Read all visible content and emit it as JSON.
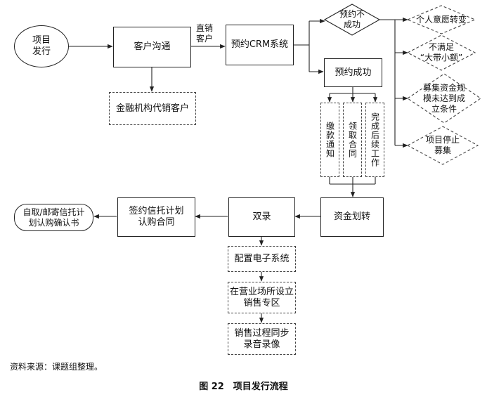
{
  "nodes": {
    "start": "项目\n发行",
    "comm": "客户沟通",
    "finance": "金融机构代销客户",
    "direct_label": "直销\n客户",
    "crm": "预约CRM系统",
    "fail": "预约不\n成功",
    "success": "预约成功",
    "sub1": "缴款通知",
    "sub2": "领取合同",
    "sub3": "完成后续工作",
    "transfer": "资金划转",
    "record": "双录",
    "sign": "签约信托计划\n认购合同",
    "confirm": "自取/邮寄信托计\n划认购确认书",
    "config": "配置电子系统",
    "venue": "在营业场所设立\n销售专区",
    "sync": "销售过程同步\n录音录像"
  },
  "reasons": [
    "个人意愿转变",
    "不满足\n“大带小额”",
    "募集资金规\n模未达到成\n立条件",
    "项目停止\n募集"
  ],
  "footer": {
    "source": "资料来源：课题组整理。",
    "caption": "图 22　项目发行流程"
  }
}
